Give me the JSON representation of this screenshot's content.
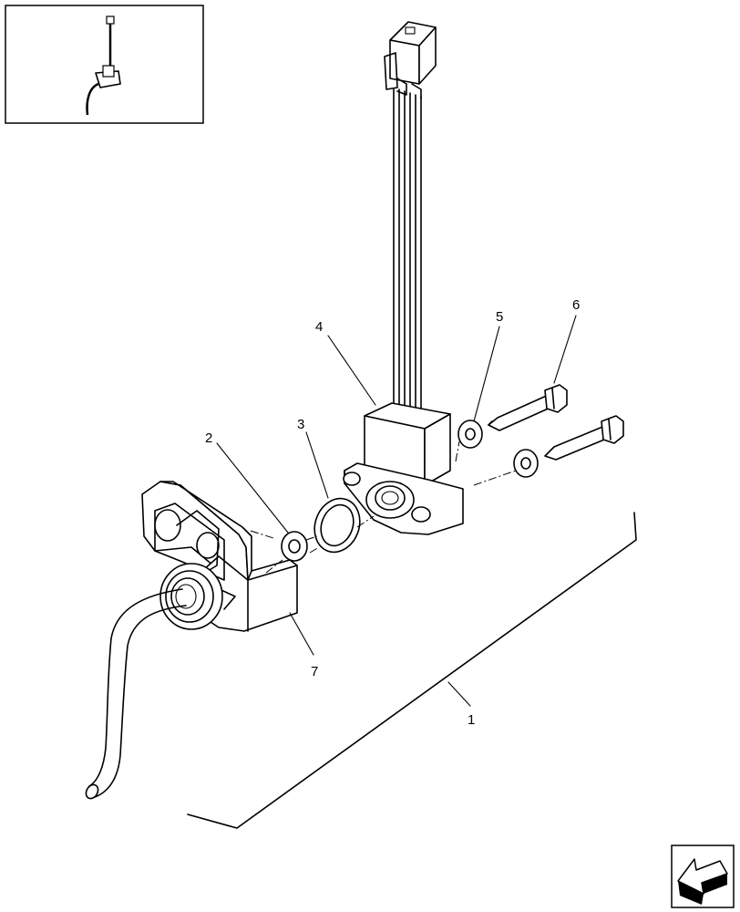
{
  "callouts": [
    {
      "id": "assembly",
      "label": "1"
    },
    {
      "id": "washer-small",
      "label": "2"
    },
    {
      "id": "o-ring",
      "label": "3"
    },
    {
      "id": "sensor",
      "label": "4"
    },
    {
      "id": "washer-bolt",
      "label": "5"
    },
    {
      "id": "bolt",
      "label": "6"
    },
    {
      "id": "bracket",
      "label": "7"
    }
  ],
  "icons": {
    "thumbnail": "assembly-locator-thumbnail",
    "nav": "next-page-arrow-icon"
  }
}
